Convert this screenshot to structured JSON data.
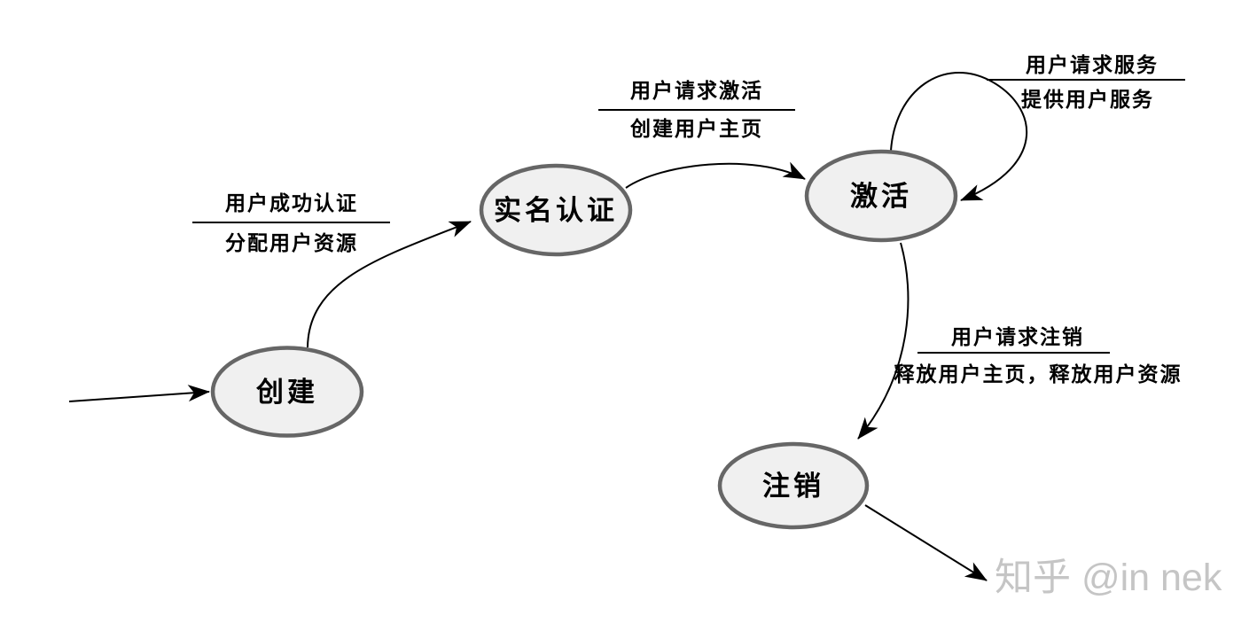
{
  "colors": {
    "background": "#ffffff",
    "node_fill": "#f0f0f0",
    "node_border": "#666666",
    "edge": "#000000",
    "label_text": "#000000",
    "watermark_text": "#c5c5c5"
  },
  "states": {
    "create": {
      "label": "创建"
    },
    "real_name_auth": {
      "label": "实名认证"
    },
    "activate": {
      "label": "激活"
    },
    "deregister": {
      "label": "注销"
    }
  },
  "transitions": {
    "create_to_auth": {
      "event": "用户成功认证",
      "action": "分配用户资源"
    },
    "auth_to_activate": {
      "event": "用户请求激活",
      "action": "创建用户主页"
    },
    "activate_self_loop": {
      "event": "用户请求服务",
      "action": "提供用户服务"
    },
    "activate_to_deregister": {
      "event": "用户请求注销",
      "action": "释放用户主页，释放用户资源"
    }
  },
  "watermark": {
    "text": "知乎 @in nek"
  }
}
